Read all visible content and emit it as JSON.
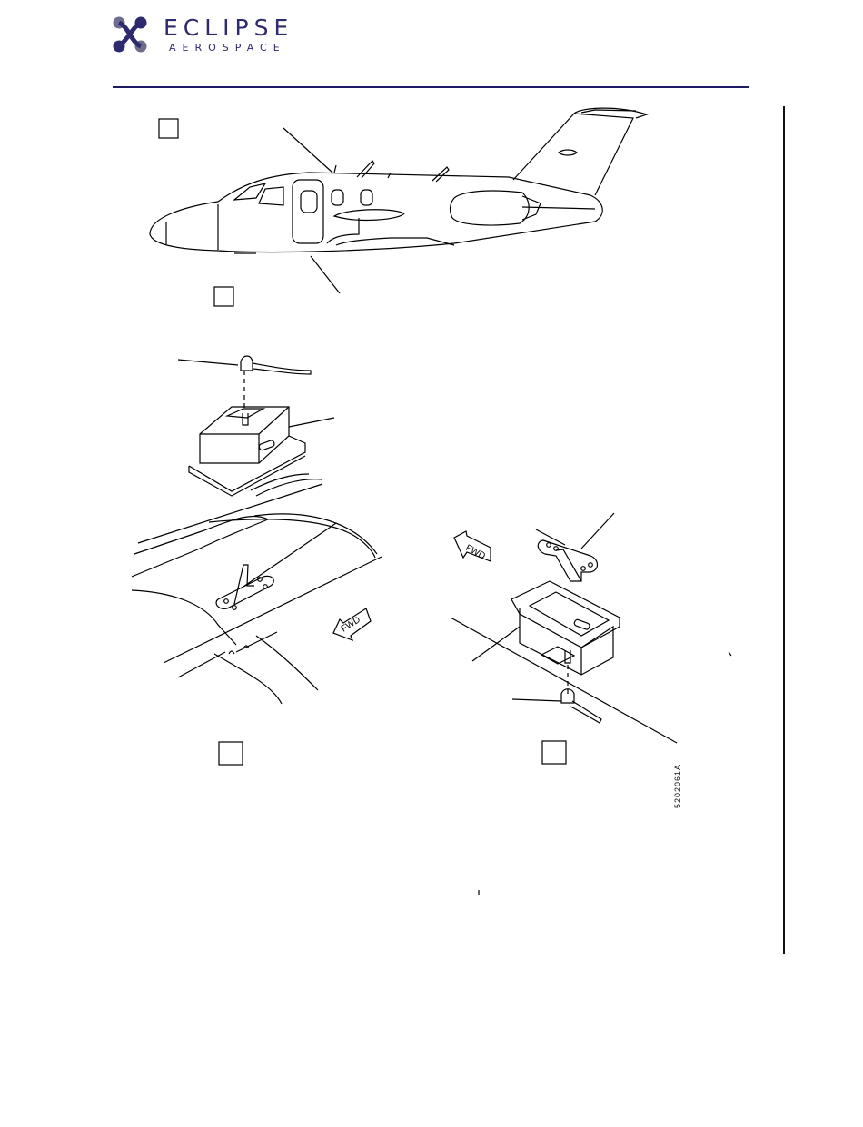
{
  "header": {
    "brand_name": "ECLIPSE",
    "brand_sub": "AEROSPACE"
  },
  "figure": {
    "arrow_label_1": "FWD",
    "arrow_label_2": "FWD",
    "reference_code": "5202061A"
  },
  "colors": {
    "brand": "#2d2a6e",
    "logo_circles": "#6e6d8c",
    "rule": "#1d1a66",
    "line_art": "#000000"
  }
}
